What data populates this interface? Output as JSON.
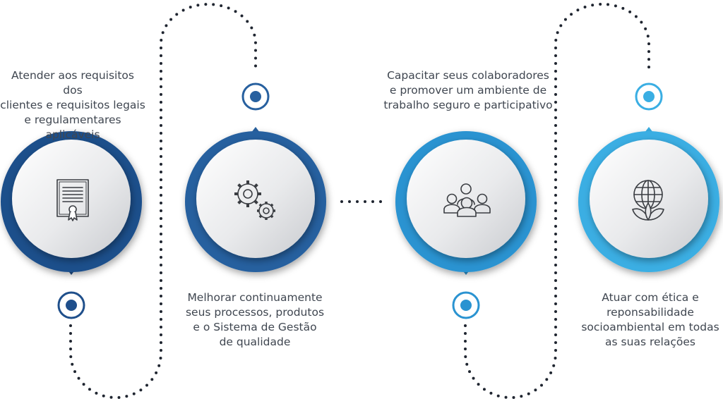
{
  "colors": {
    "background": "#ffffff",
    "dots": "#1f2530",
    "inner_circle": "#e6e7e9",
    "icon_stroke": "#3a3d42",
    "text": "#3f4650",
    "step_colors": [
      "#1f4f8b",
      "#27609f",
      "#2a93d1",
      "#3aaee3"
    ]
  },
  "steps": [
    {
      "icon": "certificate-icon",
      "pointer": "down",
      "text": "Atender aos requisitos dos\nclientes e requisitos legais\ne regulamentares aplicáveis"
    },
    {
      "icon": "gears-icon",
      "pointer": "up",
      "text": "Melhorar continuamente\nseus processos, produtos\ne o Sistema de Gestão\nde qualidade"
    },
    {
      "icon": "team-icon",
      "pointer": "down",
      "text": "Capacitar seus colaboradores\ne promover um ambiente de\ntrabalho seguro e participativo"
    },
    {
      "icon": "globe-leaves-icon",
      "pointer": "up",
      "text": "Atuar com ética e\nreponsabilidade\nsocioambiental em todas\nas suas relações"
    }
  ]
}
